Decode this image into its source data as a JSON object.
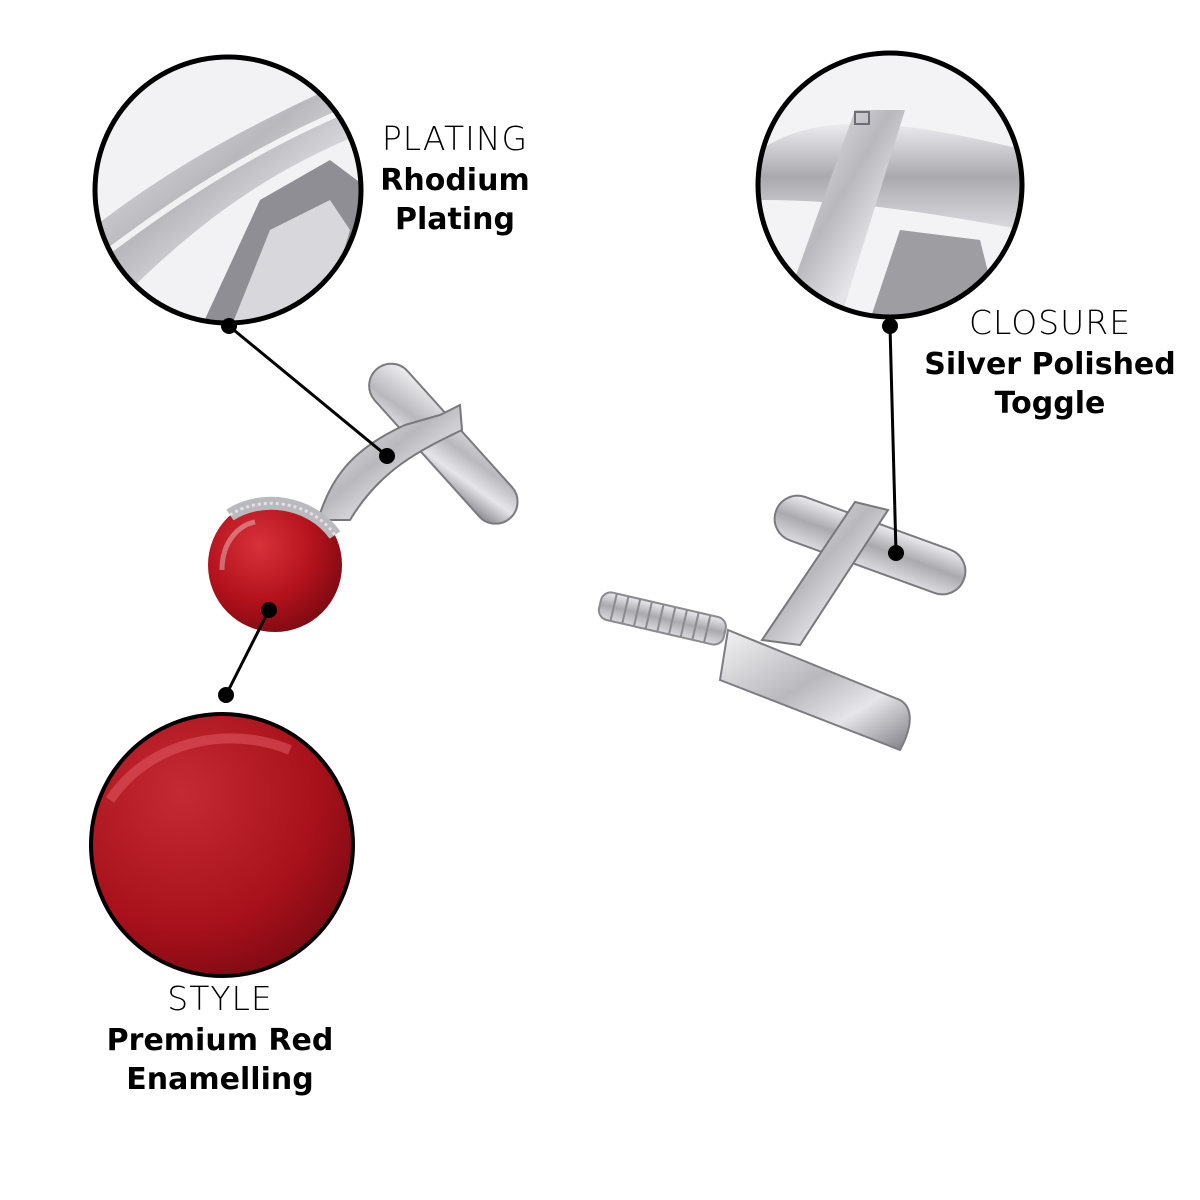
{
  "features": {
    "plating": {
      "heading": "PLATING",
      "value_line1": "Rhodium",
      "value_line2": "Plating"
    },
    "closure": {
      "heading": "CLOSURE",
      "value_line1": "Silver Polished",
      "value_line2": "Toggle"
    },
    "style": {
      "heading": "STYLE",
      "value_line1": "Premium Red",
      "value_line2": "Enamelling"
    }
  },
  "colors": {
    "background": "#ffffff",
    "enamel_red": "#b3121c",
    "enamel_dark": "#7e0a12",
    "silver": "#c9c9cc",
    "silver_dark": "#8b8b90",
    "callout_line": "#000000"
  }
}
